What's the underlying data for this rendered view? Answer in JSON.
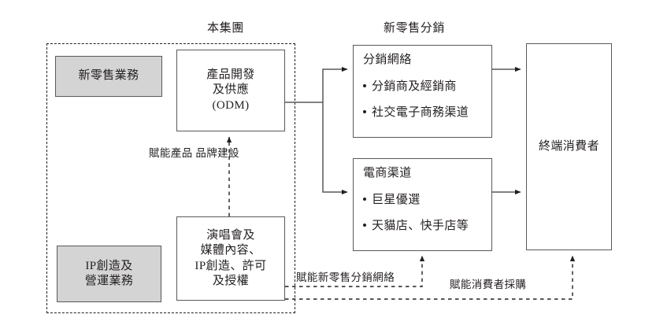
{
  "diagram": {
    "title_group_left": "本集團",
    "title_group_right": "新零售分銷",
    "nodes": {
      "new_retail_business": {
        "label": "新零售業務",
        "fill": "#d4d4d4"
      },
      "ip_business": {
        "line1": "IP創造及",
        "line2": "營運業務",
        "fill": "#d4d4d4"
      },
      "odm": {
        "line1": "產品開發",
        "line2": "及供應",
        "line3": "(ODM)",
        "fill": "#ffffff"
      },
      "content_ip": {
        "line1": "演唱會及",
        "line2": "媒體內容、",
        "line3": "IP創造、許可",
        "line4": "及授權",
        "fill": "#ffffff"
      },
      "distribution_network": {
        "heading": "分銷網絡",
        "bullets": [
          "分銷商及經銷商",
          "社交電子商務渠道"
        ],
        "fill": "#ffffff"
      },
      "ecommerce_channel": {
        "heading": "電商渠道",
        "bullets": [
          "巨星優選",
          "天貓店、快手店等"
        ],
        "fill": "#ffffff"
      },
      "end_consumer": {
        "label": "終端消費者",
        "fill": "#ffffff"
      }
    },
    "edge_labels": {
      "empower_product_brand": {
        "line1": "賦能產品",
        "line2": "品牌建設"
      },
      "empower_new_retail_network": "賦能新零售分銷網絡",
      "empower_consumer_purchase": "賦能消費者採購"
    },
    "colors": {
      "shaded_fill": "#d4d4d4",
      "stroke": "#595959",
      "dashed_stroke": "#231f20",
      "text": "#231f20",
      "background": "#ffffff"
    }
  }
}
